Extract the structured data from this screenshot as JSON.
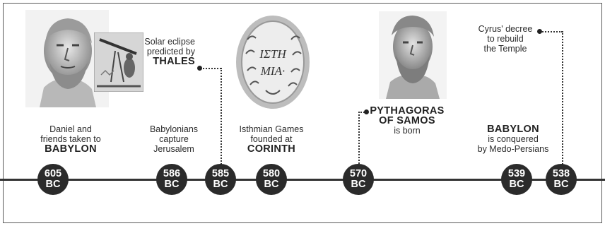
{
  "timeline": {
    "events": [
      {
        "year": "605",
        "era": "BC",
        "lines": [
          "Daniel and",
          "friends taken to"
        ],
        "bold": "BABYLON"
      },
      {
        "year": "586",
        "era": "BC",
        "lines": [
          "Babylonians",
          "capture",
          "Jerusalem"
        ]
      },
      {
        "year": "585",
        "era": "BC",
        "lines": [
          "Solar eclipse",
          "predicted by"
        ],
        "bold": "THALES"
      },
      {
        "year": "580",
        "era": "BC",
        "lines": [
          "Isthmian Games",
          "founded at"
        ],
        "bold": "CORINTH"
      },
      {
        "year": "570",
        "era": "BC",
        "bold": "PYTHAGORAS",
        "bold2": "OF SAMOS",
        "lines": [
          "is born"
        ]
      },
      {
        "year": "539",
        "era": "BC",
        "bold": "BABYLON",
        "lines": [
          "is conquered",
          "by Medo-Persians"
        ]
      },
      {
        "year": "538",
        "era": "BC",
        "lines": [
          "Cyrus' decree",
          "to rebuild",
          "the Temple"
        ]
      }
    ]
  },
  "coin": {
    "line1": "ΙΣΤΗ",
    "line2": "ΜΙΑ·"
  },
  "colors": {
    "node": "#2b2b2b",
    "axis": "#333333",
    "text": "#2c2c2c"
  },
  "icons": [
    "thales-bust-image",
    "astronomer-engraving-image",
    "isthmian-coin-image",
    "pythagoras-bust-image"
  ]
}
